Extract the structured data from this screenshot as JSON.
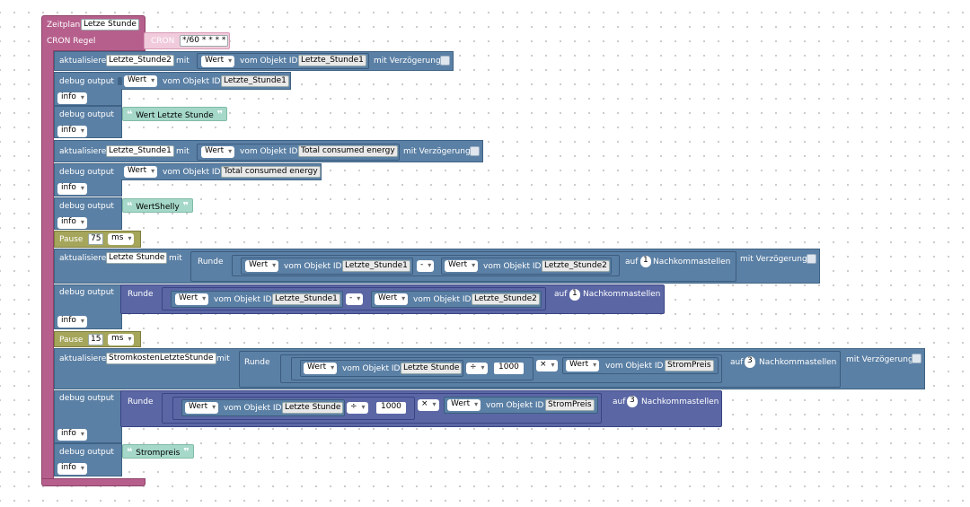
{
  "schedule": {
    "label": "Zeitplan",
    "name": "Letze Stunde",
    "cron_label": "CRON Regel",
    "cron_block_label": "CRON",
    "cron_value": "*/60 * * * *"
  },
  "common": {
    "update": "aktualisiere",
    "with": "mit",
    "value": "Wert",
    "from_object": "vom Objekt ID",
    "delay": "mit Verzögerung",
    "debug": "debug output",
    "info": "info",
    "pause": "Pause",
    "ms": "ms",
    "round": "Runde",
    "to": "auf",
    "decimals": "Nachkommastellen",
    "minus": "-",
    "divide": "÷",
    "times": "×"
  },
  "blocks": {
    "u1_target": "Letzte_Stunde2",
    "u1_obj": "Letzte_Stunde1",
    "d1_obj": "Letzte_Stunde1",
    "d2_text": "Wert Letzte Stunde",
    "u2_target": "Letzte_Stunde1",
    "u2_obj": "Total consumed energy",
    "d3_obj": "Total consumed energy",
    "d4_text": "WertShelly",
    "pause1": "75",
    "u3_target": "Letzte Stunde",
    "u3_obj_a": "Letzte_Stunde1",
    "u3_obj_b": "Letzte_Stunde2",
    "u3_digits": "1",
    "d5_obj_a": "Letzte_Stunde1",
    "d5_obj_b": "Letzte_Stunde2",
    "d5_digits": "1",
    "pause2": "15",
    "u4_target": "StromkostenLetzteStunde",
    "u4_obj_a": "Letzte Stunde",
    "u4_divisor": "1000",
    "u4_obj_b": "StromPreis",
    "u4_digits": "3",
    "d6_obj_a": "Letzte Stunde",
    "d6_divisor": "1000",
    "d6_obj_b": "StromPreis",
    "d6_digits": "3",
    "d7_text": "Strompreis"
  }
}
